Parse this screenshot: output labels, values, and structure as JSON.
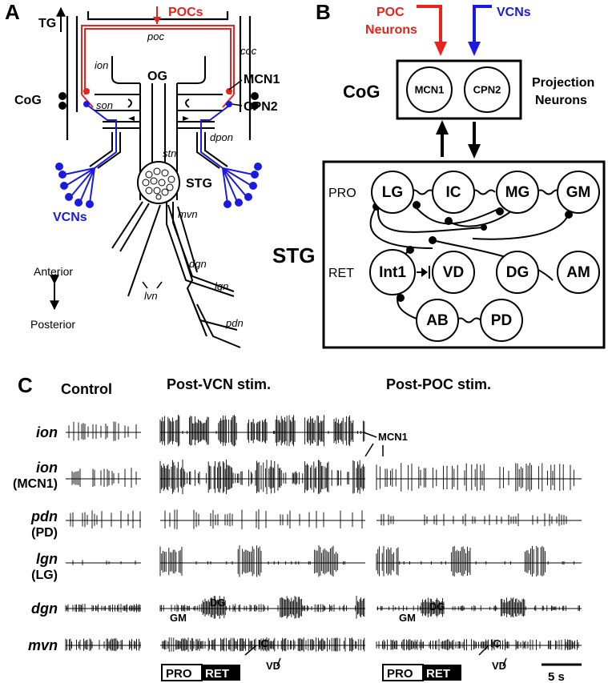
{
  "panels": {
    "a": "A",
    "b": "B",
    "c": "C"
  },
  "panelA": {
    "tg": "TG",
    "pocs": "POCs",
    "poc": "poc",
    "coc": "coc",
    "ion": "ion",
    "og": "OG",
    "mcn1": "MCN1",
    "cog": "CoG",
    "son": "son",
    "cpn2": "CPN2",
    "dpon": "dpon",
    "stn": "stn",
    "stg": "STG",
    "vcns": "VCNs",
    "mvn": "mvn",
    "dgn": "dgn",
    "lvn": "lvn",
    "lgn": "lgn",
    "pdn": "pdn",
    "anterior": "Anterior",
    "posterior": "Posterior"
  },
  "panelB": {
    "poc_neurons": [
      "POC",
      "Neurons"
    ],
    "vcns": "VCNs",
    "cog": "CoG",
    "projection": [
      "Projection",
      "Neurons"
    ],
    "mcn1": "MCN1",
    "cpn2": "CPN2",
    "stg": "STG",
    "pro": "PRO",
    "ret": "RET",
    "nodes": [
      "LG",
      "IC",
      "MG",
      "GM",
      "Int1",
      "VD",
      "DG",
      "AM",
      "AB",
      "PD"
    ]
  },
  "panelC": {
    "headers": [
      "Control",
      "Post-VCN stim.",
      "Post-POC stim."
    ],
    "rows": [
      {
        "nerve": "ion",
        "sub": ""
      },
      {
        "nerve": "ion",
        "sub": "(MCN1)"
      },
      {
        "nerve": "pdn",
        "sub": "(PD)"
      },
      {
        "nerve": "lgn",
        "sub": "(LG)"
      },
      {
        "nerve": "dgn",
        "sub": ""
      },
      {
        "nerve": "mvn",
        "sub": ""
      }
    ],
    "annotations": {
      "mcn1": "MCN1",
      "dg": "DG",
      "gm": "GM",
      "ic": "IC",
      "vd": "VD"
    },
    "phase": {
      "pro": "PRO",
      "ret": "RET"
    },
    "scalebar": "5 s"
  },
  "colors": {
    "poc": "#e8231c",
    "vcn": "#1a1ae0",
    "ink": "#000000"
  }
}
